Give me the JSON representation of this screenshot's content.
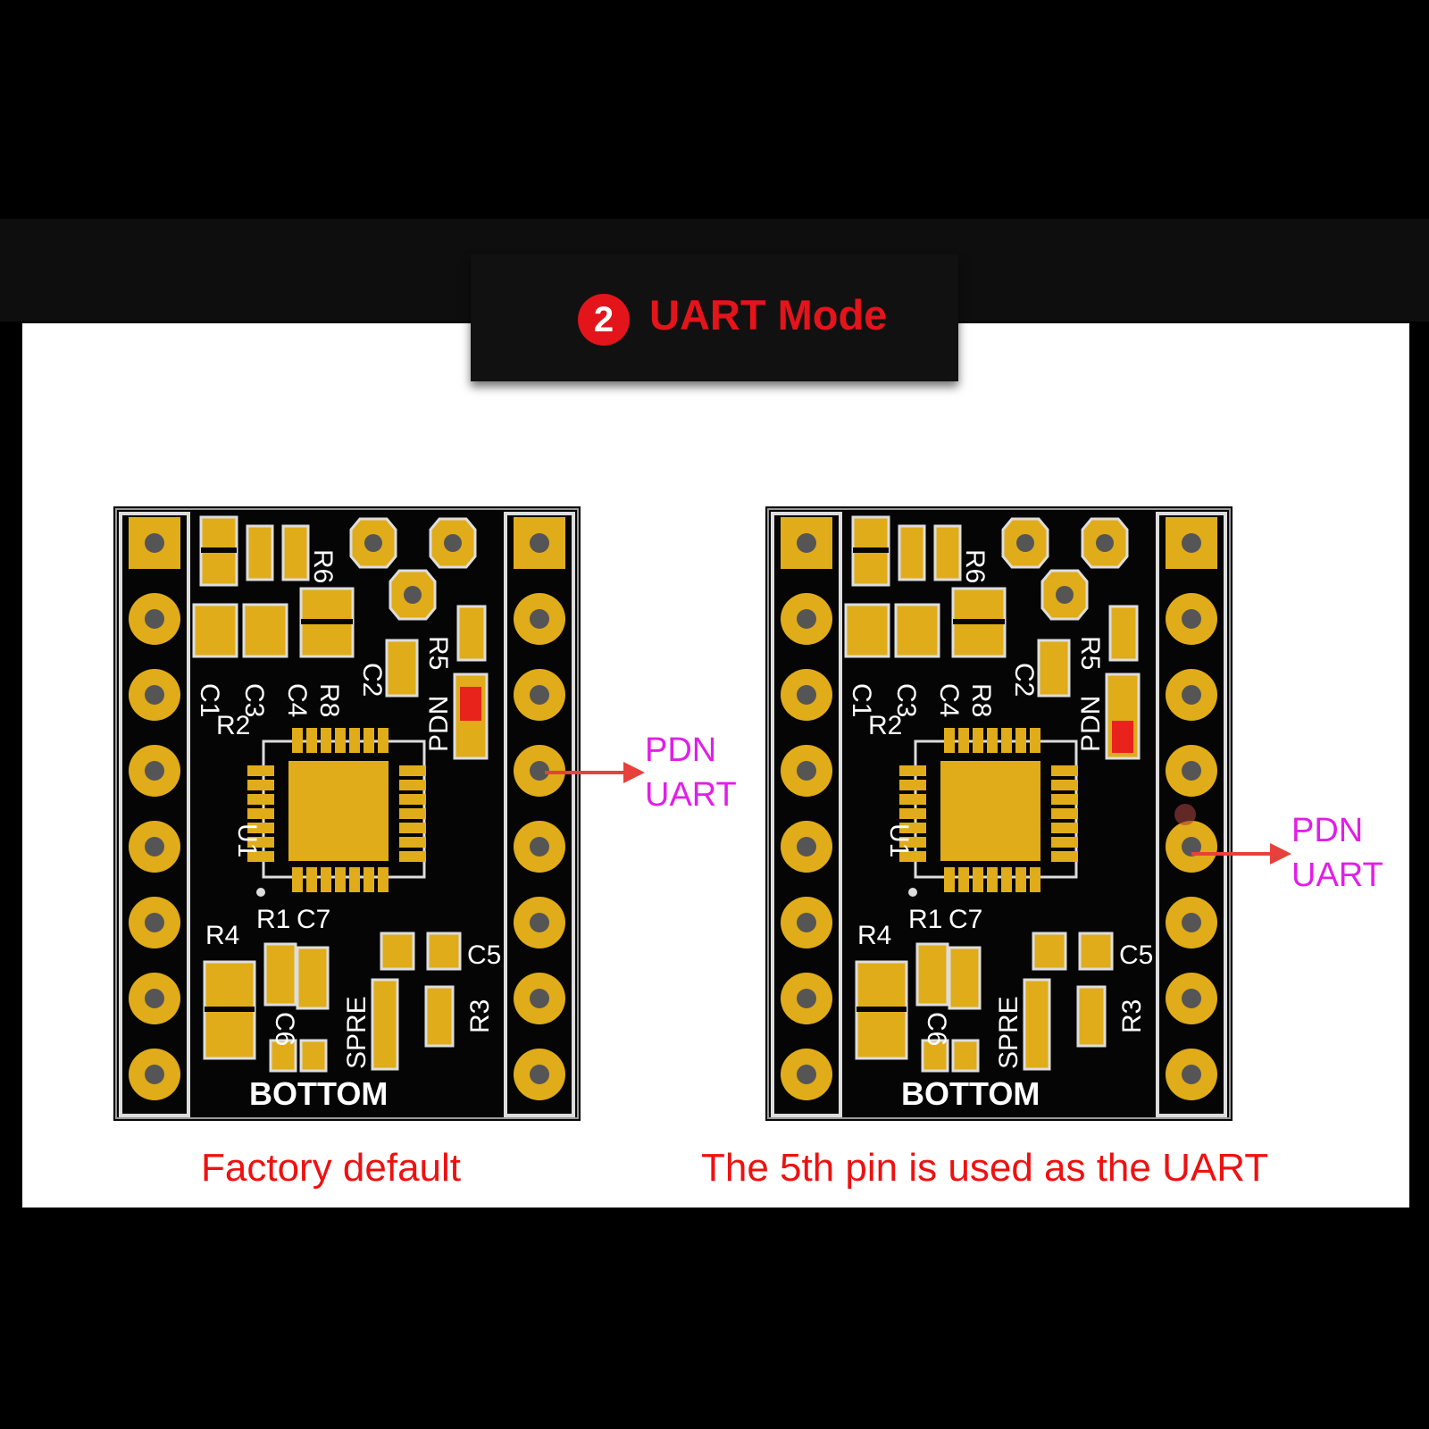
{
  "header": {
    "badge_number": "2",
    "title": "UART Mode"
  },
  "boards": [
    {
      "caption": "Factory default",
      "annotation": [
        "PDN",
        "UART"
      ],
      "annotated_pin": 4,
      "red_pad": "upper"
    },
    {
      "caption": "The 5th pin is used as the UART",
      "annotation": [
        "PDN",
        "UART"
      ],
      "annotated_pin": 5,
      "red_pad": "lower"
    }
  ],
  "silkscreen": {
    "C1": "C1",
    "C3": "C3",
    "C4": "C4",
    "R8": "R8",
    "R2": "R2",
    "R6": "R6",
    "C2": "C2",
    "R5": "R5",
    "PDN": "PDN",
    "U1": "U1",
    "R4": "R4",
    "R1": "R1",
    "C7": "C7",
    "C5": "C5",
    "C6": "C6",
    "SPRE": "SPRE",
    "R3": "R3",
    "bottom": "BOTTOM"
  },
  "colors": {
    "accent_red": "#e4141b",
    "annotation_magenta": "#e21ee8",
    "pcb": "#050505",
    "gold": "#e0ac1a"
  }
}
